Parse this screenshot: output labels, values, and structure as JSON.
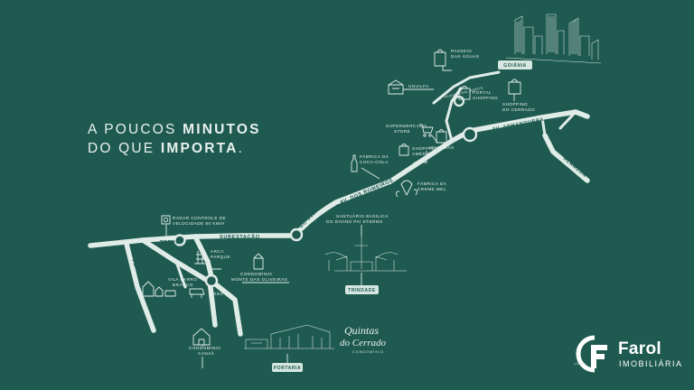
{
  "headline": {
    "line1_a": "A POUCOS ",
    "line1_b": "MINUTOS",
    "line2_a": "DO QUE ",
    "line2_b": "IMPORTA",
    "line2_c": "."
  },
  "roads": {
    "trevo": "TREVO",
    "subestacao": "SUBESTAÇÃO",
    "go060": "GO-060",
    "av_romeiros": "AV. DOS ROMEIROS",
    "av_anhanguera": "AV. ANHANGUERA",
    "ferrovia": "FERROVIA",
    "alameda": "ALAMEDA",
    "perimetral": "AV. PERIMETRAL NORTE"
  },
  "places": {
    "passeio": [
      "PASSEIO",
      "DAS ÁGUAS"
    ],
    "unialfa": [
      "UNIALFA"
    ],
    "portal": [
      "PORTAL",
      "SHOPPING"
    ],
    "shopping_cerrado": [
      "SHOPPING",
      "DO CERRADO"
    ],
    "supermercado": [
      "SUPERMERCADO",
      "STORE"
    ],
    "shopping_america": [
      "SHOPPING",
      "AMÉRICA"
    ],
    "atacadao": [
      "ATACADÃO"
    ],
    "coca": [
      "FÁBRICA DA",
      "COCA-COLA"
    ],
    "creme": [
      "FÁBRICA DA",
      "CREME MEL"
    ],
    "radar": [
      "RADAR CONTROLE DE",
      "VELOCIDADE 80 KM/H"
    ],
    "arca": [
      "ARCA",
      "PARQUE"
    ],
    "monte": [
      "CONDOMÍNIO",
      "MONTE DAS OLIVEIRAS"
    ],
    "vila": [
      "VILA BARRO",
      "BRANCO"
    ],
    "urso": [
      "URSO"
    ],
    "canaa": [
      "CONDOMÍNIO",
      "CANAÃ"
    ],
    "santuario": [
      "SANTUÁRIO BASÍLICA",
      "DO DIVINO PAI ETERNO"
    ]
  },
  "badges": {
    "goiania": "GOIÂNIA",
    "trindade": "TRINDADE",
    "portaria": "PORTARIA"
  },
  "brand": {
    "quintas_1": "Quintas",
    "quintas_2": "do Cerrado",
    "quintas_sub": "CONDOMÍNIO",
    "farol_name": "Farol",
    "farol_sub": "IMOBILIÁRIA",
    "farol_tiny": "GRUPO"
  },
  "colors": {
    "background": "#1f5a50",
    "line": "#dfece8",
    "text": "#e8f1ee",
    "badge_bg": "#d6e6e1",
    "badge_text": "#1f5a50"
  }
}
